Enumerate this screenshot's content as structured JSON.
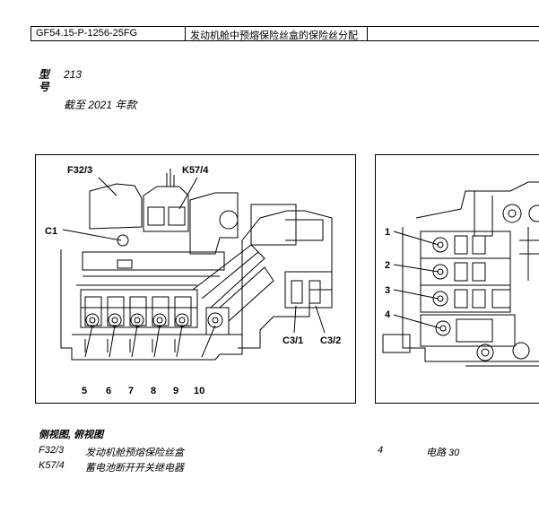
{
  "header": {
    "doc_id": "GF54.15-P-1256-25FG",
    "title": "发动机舱中预熔保险丝盒的保险丝分配",
    "extra": ""
  },
  "model": {
    "label": "型号",
    "value": "213",
    "range": "截至 2021 年款"
  },
  "figure_left": {
    "labels": {
      "f32": "F32/3",
      "k57": "K57/4",
      "c1": "C1",
      "c31": "C3/1",
      "c32": "C3/2",
      "n5": "5",
      "n6": "6",
      "n7": "7",
      "n8": "8",
      "n9": "9",
      "n10": "10"
    }
  },
  "figure_right": {
    "labels": {
      "n1": "1",
      "n2": "2",
      "n3": "3",
      "n4": "4"
    }
  },
  "caption": {
    "title": "侧视图, 俯视图"
  },
  "legend": [
    {
      "code": "F32/3",
      "desc": "发动机舱预熔保险丝盒",
      "number": "4",
      "circuit": "电路 30"
    },
    {
      "code": "K57/4",
      "desc": "蓄电池断开开关继电器",
      "number": "",
      "circuit": ""
    }
  ]
}
